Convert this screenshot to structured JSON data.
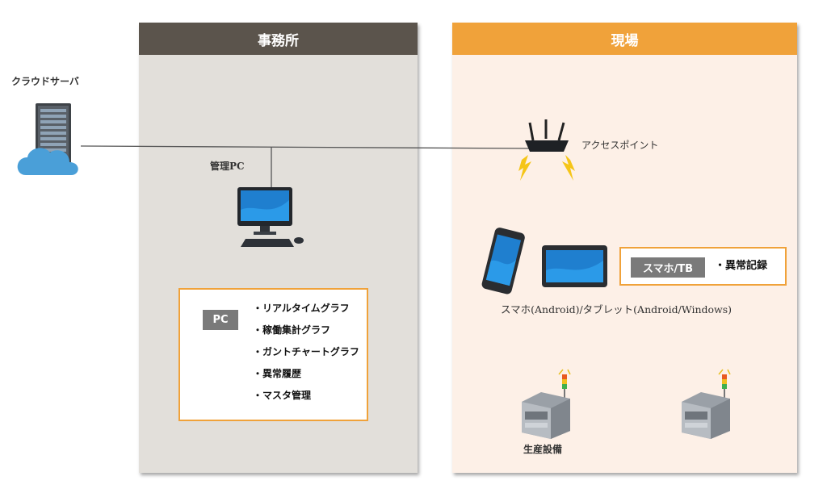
{
  "cloud_server": {
    "label": "クラウドサーバ"
  },
  "office": {
    "title": "事務所",
    "pc_label": "管理PC",
    "box": {
      "tag": "PC",
      "features": [
        "・リアルタイムグラフ",
        "・稼働集計グラフ",
        "・ガントチャートグラフ",
        "・異常履歴",
        "・マスタ管理"
      ]
    }
  },
  "site": {
    "title": "現場",
    "access_point_label": "アクセスポイント",
    "devices_label": "スマホ(Android)/タブレット(Android/Windows)",
    "box": {
      "tag": "スマホ/TB",
      "features": [
        "・異常記録"
      ]
    },
    "equipment_label": "生産設備"
  },
  "colors": {
    "office_header": "#5b544c",
    "office_bg": "#e2dfda",
    "site_header": "#f0a23a",
    "site_bg": "#fdf0e7",
    "box_border": "#f0a23a",
    "tag_bg": "#7a7a7a"
  }
}
